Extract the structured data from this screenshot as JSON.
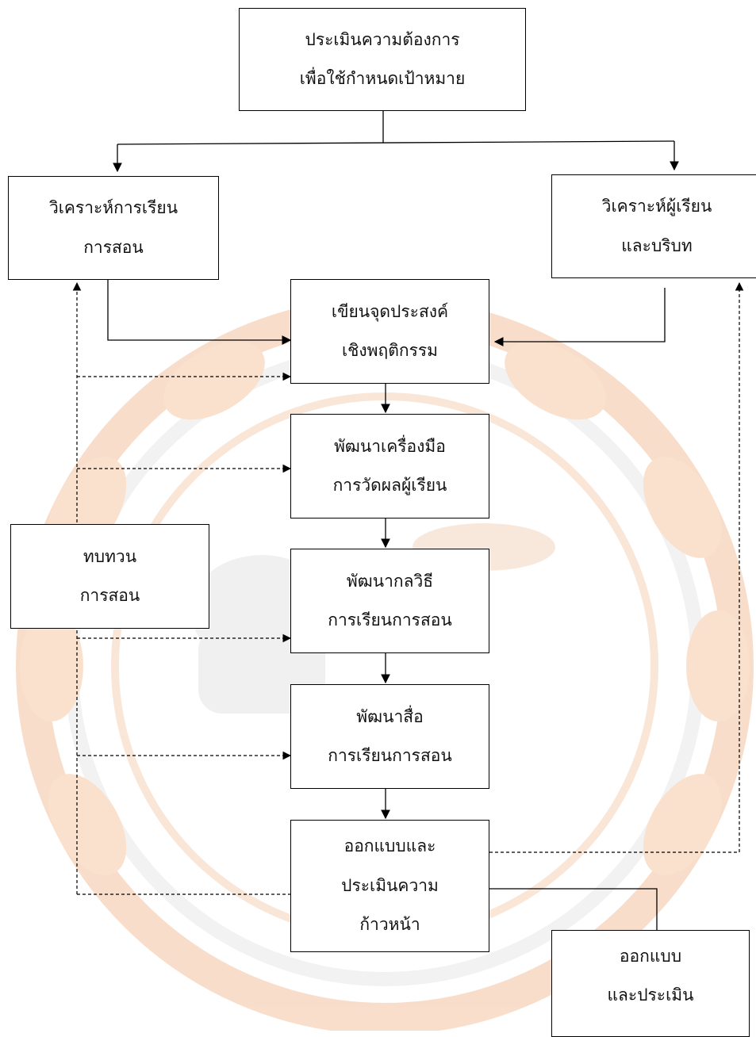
{
  "diagram": {
    "boxes": {
      "needs_assessment": {
        "lines": [
          "ประเมินความต้องการ",
          "เพื่อใช้กำหนดเป้าหมาย"
        ]
      },
      "analyze_teaching": {
        "lines": [
          "วิเคราะห์การเรียน",
          "การสอน"
        ]
      },
      "analyze_learners": {
        "lines": [
          "วิเคราะห์ผู้เรียน",
          "และบริบท"
        ]
      },
      "write_objectives": {
        "lines": [
          "เขียนจุดประสงค์",
          "เชิงพฤติกรรม"
        ]
      },
      "develop_assessment": {
        "lines": [
          "พัฒนาเครื่องมือ",
          "การวัดผลผู้เรียน"
        ]
      },
      "review_teaching": {
        "lines": [
          "ทบทวน",
          "การสอน"
        ]
      },
      "develop_strategy": {
        "lines": [
          "พัฒนากลวิธี",
          "การเรียนการสอน"
        ]
      },
      "develop_media": {
        "lines": [
          "พัฒนาสื่อ",
          "การเรียนการสอน"
        ]
      },
      "design_progress_eval": {
        "lines": [
          "ออกแบบและ",
          "ประเมินความ",
          "ก้าวหน้า"
        ]
      },
      "design_and_eval": {
        "lines": [
          "ออกแบบ",
          "และประเมิน"
        ]
      }
    },
    "colors": {
      "line": "#000000",
      "watermark_primary": "#f6c9a6",
      "watermark_secondary": "#ececec"
    }
  }
}
